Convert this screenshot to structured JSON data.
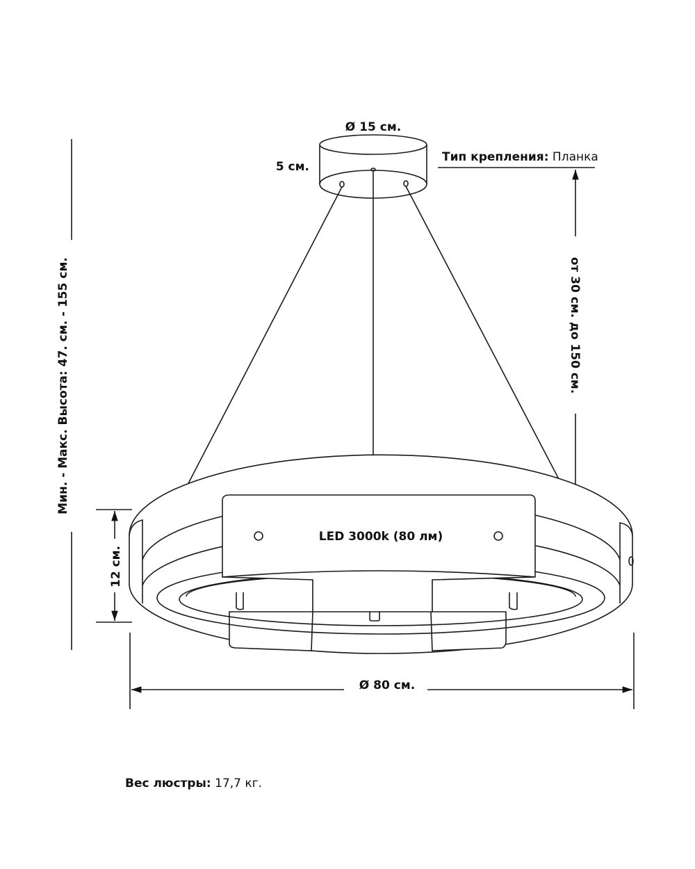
{
  "canopy": {
    "diameter_label": "Ø  15 см.",
    "height_label": "5 см."
  },
  "mount": {
    "label": "Тип крепления:",
    "value": "Планка"
  },
  "suspension": {
    "range_label": "от 30 см. до 150 см."
  },
  "overall_height": {
    "label": "Мин. - Макс. Высота: 47. см. - 155 см."
  },
  "ring": {
    "height_label": "12 см.",
    "led_label": "LED 3000k (80 лм)",
    "diameter_label": "Ø  80 см."
  },
  "weight": {
    "label": "Вес люстры:",
    "value": "17,7 кг."
  }
}
